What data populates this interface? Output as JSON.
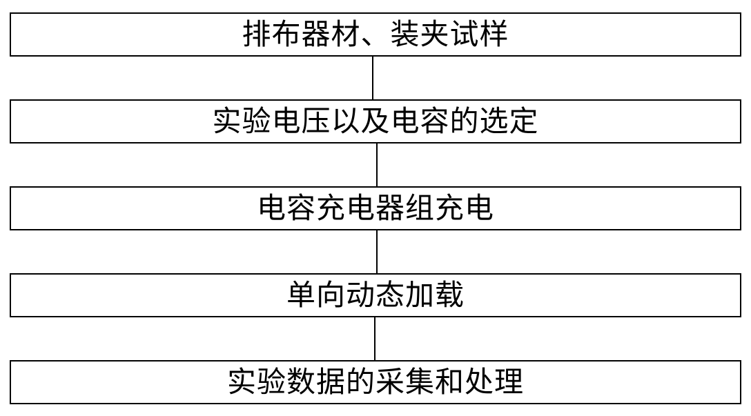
{
  "flowchart": {
    "steps": [
      {
        "label": "排布器材、装夹试样"
      },
      {
        "label": "实验电压以及电容的选定"
      },
      {
        "label": "电容充电器组充电"
      },
      {
        "label": "单向动态加载"
      },
      {
        "label": "实验数据的采集和处理"
      }
    ]
  },
  "colors": {
    "stroke": "#000000",
    "background": "#ffffff",
    "text": "#000000"
  }
}
